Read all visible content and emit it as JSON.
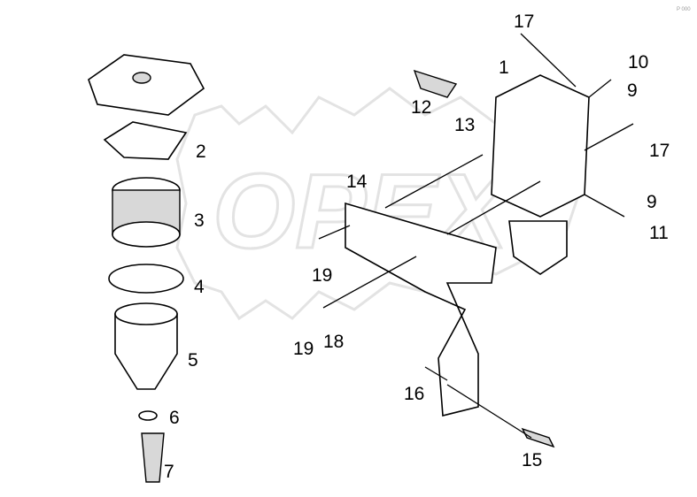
{
  "diagram": {
    "watermark": "OPEX",
    "corner_mark": "P 000",
    "callouts": [
      {
        "id": "1",
        "label": "1"
      },
      {
        "id": "2",
        "label": "2"
      },
      {
        "id": "3",
        "label": "3"
      },
      {
        "id": "4",
        "label": "4"
      },
      {
        "id": "5",
        "label": "5"
      },
      {
        "id": "6",
        "label": "6"
      },
      {
        "id": "7",
        "label": "7"
      },
      {
        "id": "9a",
        "label": "9"
      },
      {
        "id": "9b",
        "label": "9"
      },
      {
        "id": "10",
        "label": "10"
      },
      {
        "id": "11",
        "label": "11"
      },
      {
        "id": "12",
        "label": "12"
      },
      {
        "id": "13",
        "label": "13"
      },
      {
        "id": "14",
        "label": "14"
      },
      {
        "id": "15",
        "label": "15"
      },
      {
        "id": "16",
        "label": "16"
      },
      {
        "id": "17a",
        "label": "17"
      },
      {
        "id": "17b",
        "label": "17"
      },
      {
        "id": "18",
        "label": "18"
      },
      {
        "id": "19a",
        "label": "19"
      },
      {
        "id": "19b",
        "label": "19"
      }
    ]
  }
}
